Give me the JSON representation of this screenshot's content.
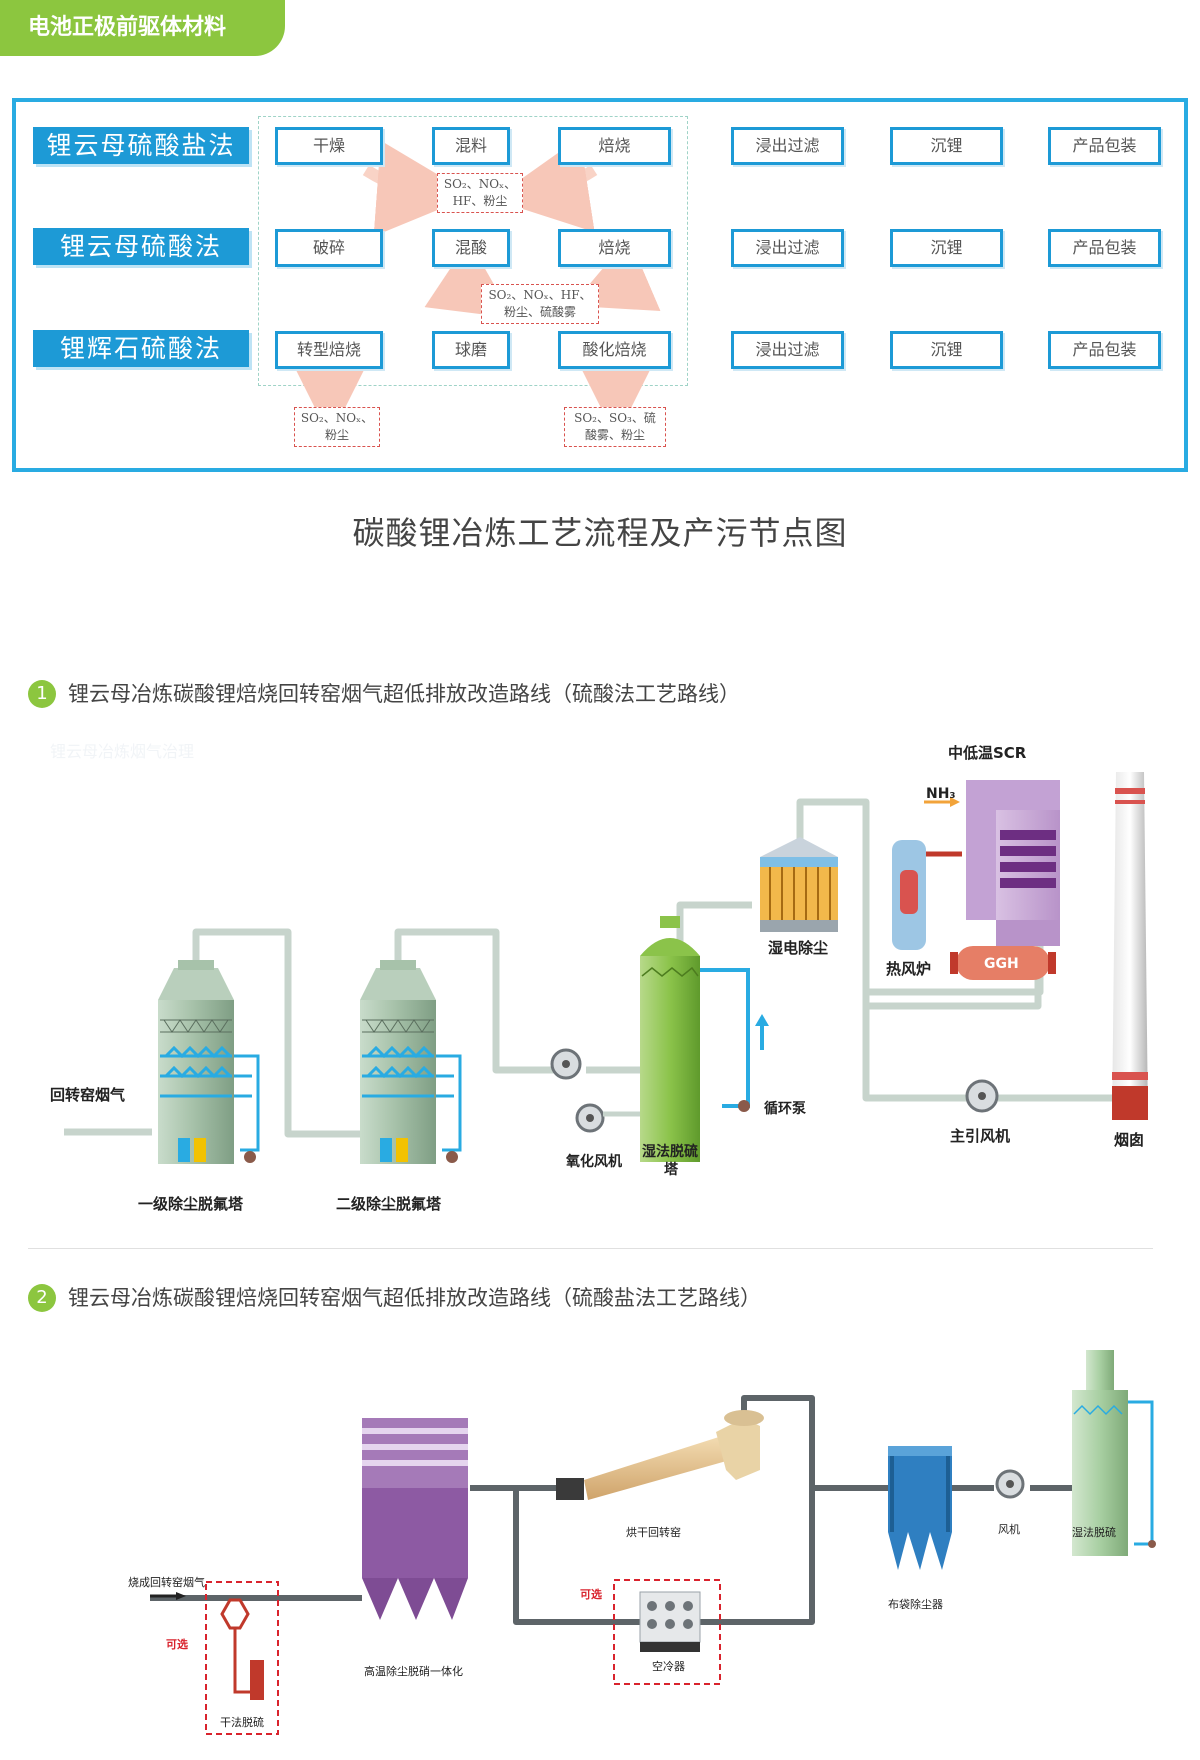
{
  "header": {
    "title": "电池正极前驱体材料"
  },
  "routes": [
    {
      "label": "锂云母硫酸盐法",
      "steps": [
        "干燥",
        "混料",
        "焙烧",
        "浸出过滤",
        "沉锂",
        "产品包装"
      ]
    },
    {
      "label": "锂云母硫酸法",
      "steps": [
        "破碎",
        "混酸",
        "焙烧",
        "浸出过滤",
        "沉锂",
        "产品包装"
      ]
    },
    {
      "label": "锂辉石硫酸法",
      "steps": [
        "转型焙烧",
        "球磨",
        "酸化焙烧",
        "浸出过滤",
        "沉锂",
        "产品包装"
      ]
    }
  ],
  "pollutants": {
    "p1": {
      "line1": "SO₂、NOₓ、",
      "line2": "HF、粉尘"
    },
    "p2": {
      "line1": "SO₂、NOₓ、HF、",
      "line2": "粉尘、硫酸雾"
    },
    "p3": {
      "line1": "SO₂、NOₓ、",
      "line2": "粉尘"
    },
    "p4": {
      "line1": "SO₂、SO₃、硫",
      "line2": "酸雾、粉尘"
    }
  },
  "caption": "碳酸锂冶炼工艺流程及产污节点图",
  "section1": {
    "num": "1",
    "title": "锂云母冶炼碳酸锂焙烧回转窑烟气超低排放改造路线（硫酸法工艺路线）",
    "faded_text": "锂云母冶炼烟气治理",
    "labels": {
      "inlet": "回转窑烟气",
      "tower1": "一级除尘脱氟塔",
      "tower2": "二级除尘脱氟塔",
      "ox_fan": "氧化风机",
      "wfgd_a": "湿法脱硫",
      "wfgd_b": "塔",
      "pump": "循环泵",
      "wesp": "湿电除尘",
      "scr": "中低温SCR",
      "nh3": "NH₃",
      "heater": "热风炉",
      "ggh": "GGH",
      "main_fan": "主引风机",
      "stack": "烟囱"
    }
  },
  "section2": {
    "num": "2",
    "title": "锂云母冶炼碳酸锂焙烧回转窑烟气超低排放改造路线（硫酸盐法工艺路线）",
    "labels": {
      "inlet": "烧成回转窑烟气",
      "optional1": "可选",
      "dry_fgd": "干法脱硫",
      "hot_dust": "高温除尘脱硝一体化",
      "kiln": "烘干回转窑",
      "optional2": "可选",
      "aircooler": "空冷器",
      "bag": "布袋除尘器",
      "fan": "风机",
      "wet_fgd": "湿法脱硫"
    }
  },
  "colors": {
    "accent_green": "#8cc63f",
    "frame_blue": "#29abe2",
    "label_blue": "#1d9ad6",
    "pollutant_red": "#d9534f"
  }
}
